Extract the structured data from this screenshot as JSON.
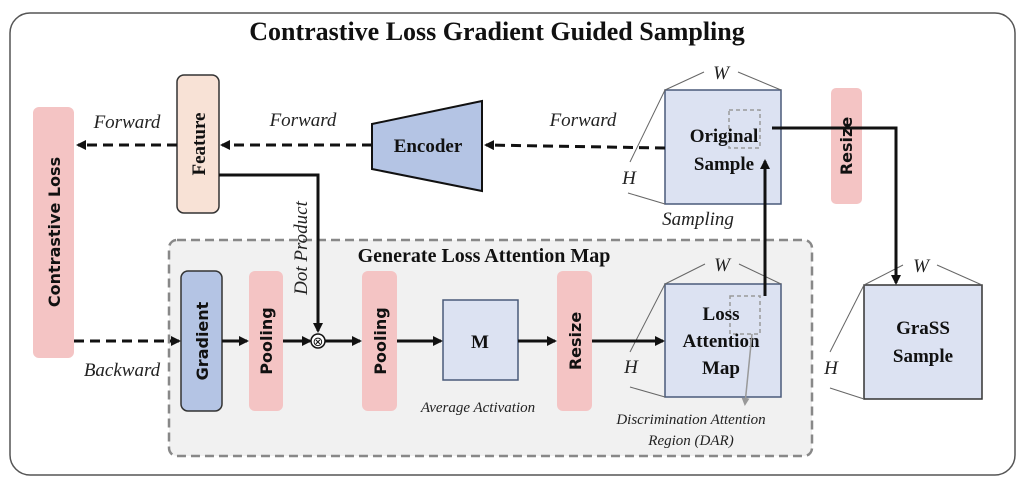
{
  "title": "Contrastive Loss Gradient Guided Sampling",
  "colors": {
    "pink": "#f4c4c4",
    "blue_light": "#dce2f2",
    "blue_mid": "#b4c4e4",
    "peach": "#f8e2d6",
    "panel_bg": "#f1f1f1",
    "dash_gray": "#888888",
    "stroke": "#111111"
  },
  "nodes": {
    "contrastive_loss": "Contrastive  Loss",
    "feature": "Feature",
    "encoder": "Encoder",
    "original_sample": [
      "Original",
      "Sample"
    ],
    "resize_top": "Resize",
    "gradient": "Gradient",
    "pooling_1": "Pooling",
    "pooling_2": "Pooling",
    "m_box": "M",
    "resize_inner": "Resize",
    "loss_attention_map": [
      "Loss",
      "Attention",
      "Map"
    ],
    "grass_sample": [
      "GraSS",
      "Sample"
    ]
  },
  "panel": {
    "title": "Generate Loss Attention Map"
  },
  "edge_labels": {
    "forward_1": "Forward",
    "forward_2": "Forward",
    "forward_3": "Forward",
    "backward": "Backward",
    "dot_product": "Dot Product",
    "sampling": "Sampling",
    "average_activation": "Average Activation",
    "dar": [
      "Discrimination Attention",
      "Region (DAR)"
    ]
  },
  "dims": {
    "w": "W",
    "h": "H"
  },
  "operator_symbol": "⊗"
}
